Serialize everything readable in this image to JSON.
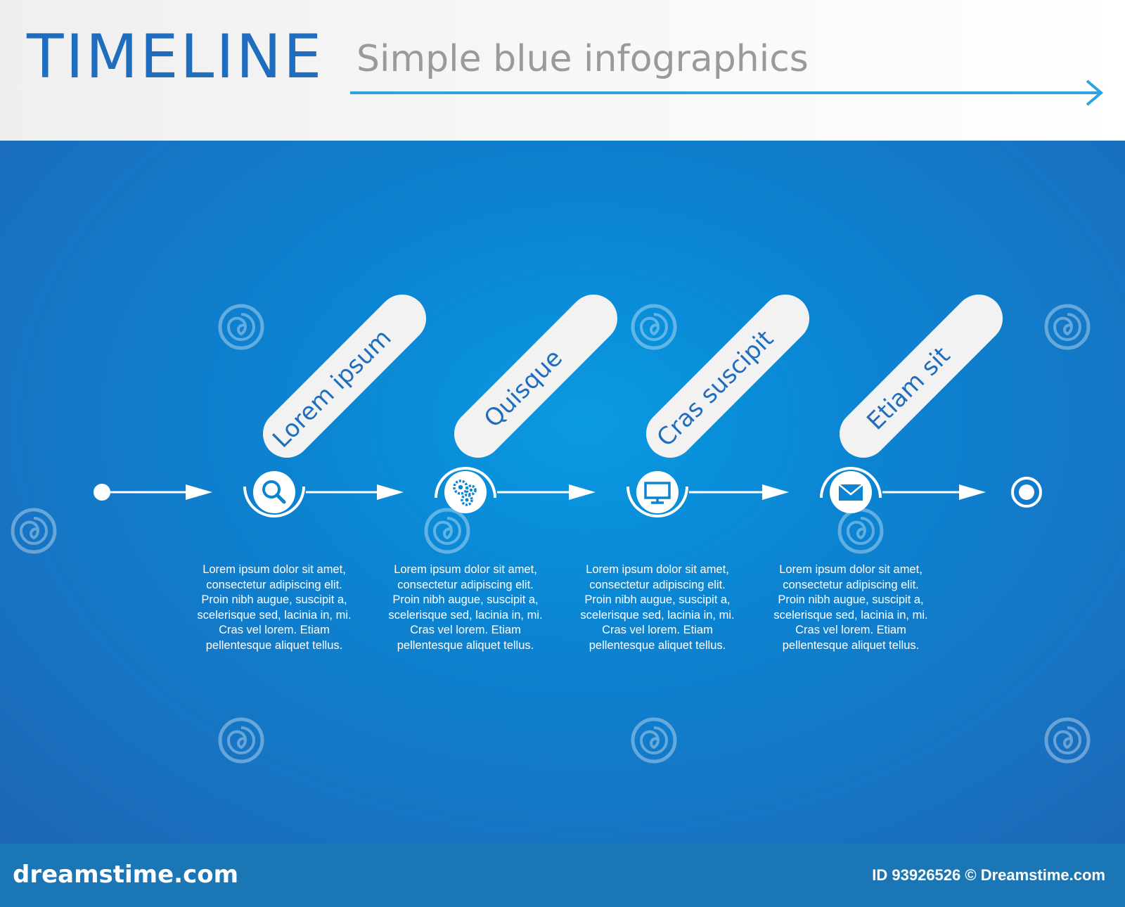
{
  "header": {
    "title": "TIMELINE",
    "subtitle": "Simple blue infographics",
    "arrow_color": "#2fa3e0"
  },
  "colors": {
    "title": "#1f6dbf",
    "background_blue": "#0b84d2",
    "label_pill": "#f2f2f2",
    "label_text": "#1f6dbf",
    "line": "#ffffff"
  },
  "steps": [
    {
      "label": "Lorem ipsum",
      "icon": "search-icon",
      "text": "Lorem ipsum dolor sit amet, consectetur adipiscing elit. Proin nibh augue, suscipit a, scelerisque sed, lacinia in, mi. Cras vel lorem. Etiam pellentesque aliquet tellus.",
      "arc": "bottom"
    },
    {
      "label": "Quisque",
      "icon": "gears-icon",
      "text": "Lorem ipsum dolor sit amet, consectetur adipiscing elit. Proin nibh augue, suscipit a, scelerisque sed, lacinia in, mi. Cras vel lorem. Etiam pellentesque aliquet tellus.",
      "arc": "top"
    },
    {
      "label": "Cras suscipit",
      "icon": "monitor-icon",
      "text": "Lorem ipsum dolor sit amet, consectetur adipiscing elit. Proin nibh augue, suscipit a, scelerisque sed, lacinia in, mi. Cras vel lorem. Etiam pellentesque aliquet tellus.",
      "arc": "bottom"
    },
    {
      "label": "Etiam sit",
      "icon": "envelope-icon",
      "text": "Lorem ipsum dolor sit amet, consectetur adipiscing elit. Proin nibh augue, suscipit a, scelerisque sed, lacinia in, mi. Cras vel lorem. Etiam pellentesque aliquet tellus.",
      "arc": "top"
    }
  ],
  "watermark": {
    "brand": "dreamstime",
    "icon": "spiral-watermark-icon"
  },
  "footer": {
    "brand": "dreamstime.com",
    "id_text": "ID 93926526 © Dreamstime.com"
  }
}
